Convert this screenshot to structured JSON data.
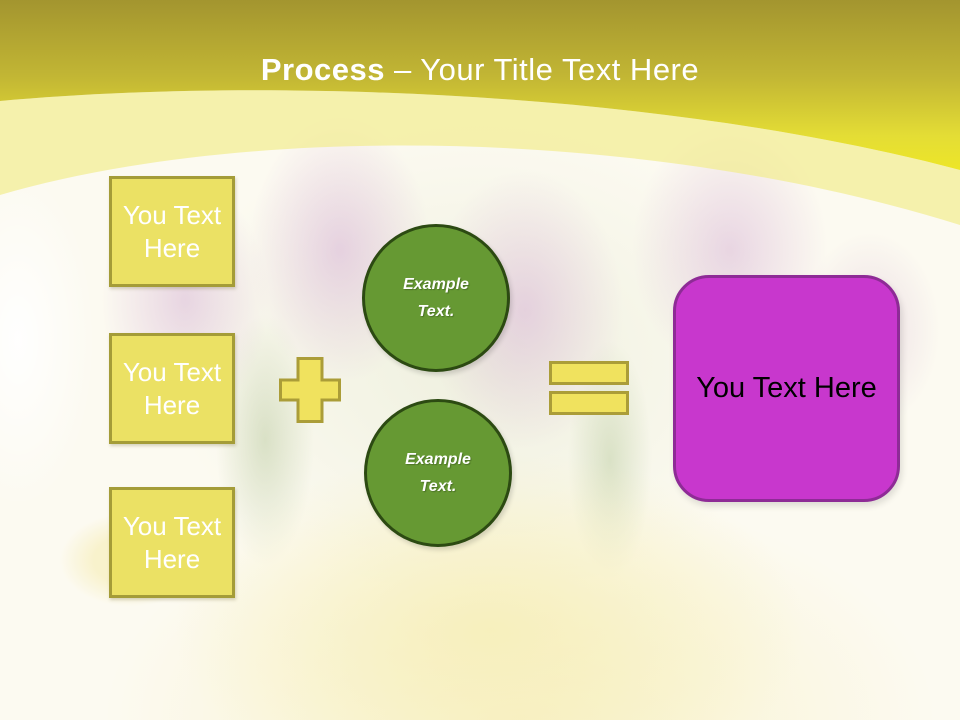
{
  "title": {
    "emphasis": "Process",
    "rest": "– Your Title Text Here"
  },
  "inputs": [
    {
      "label": "You Text Here"
    },
    {
      "label": "You Text Here"
    },
    {
      "label": "You Text Here"
    }
  ],
  "operators": {
    "plus": "plus-icon",
    "equals": "equals-icon"
  },
  "stages": [
    {
      "label": "Example Text."
    },
    {
      "label": "Example Text."
    }
  ],
  "result": {
    "label": "You Text Here"
  },
  "colors": {
    "header_top": "#a3952f",
    "header_bottom": "#ede628",
    "title_text": "#ffffff",
    "box_fill": "#ebe164",
    "box_border": "#a49c38",
    "operator_fill": "#f0e25e",
    "operator_border": "#ab9d38",
    "circle_fill": "#669933",
    "circle_border": "#2c4a12",
    "result_fill": "#c837cd",
    "result_border": "#8e2b96",
    "result_text": "#000000"
  }
}
